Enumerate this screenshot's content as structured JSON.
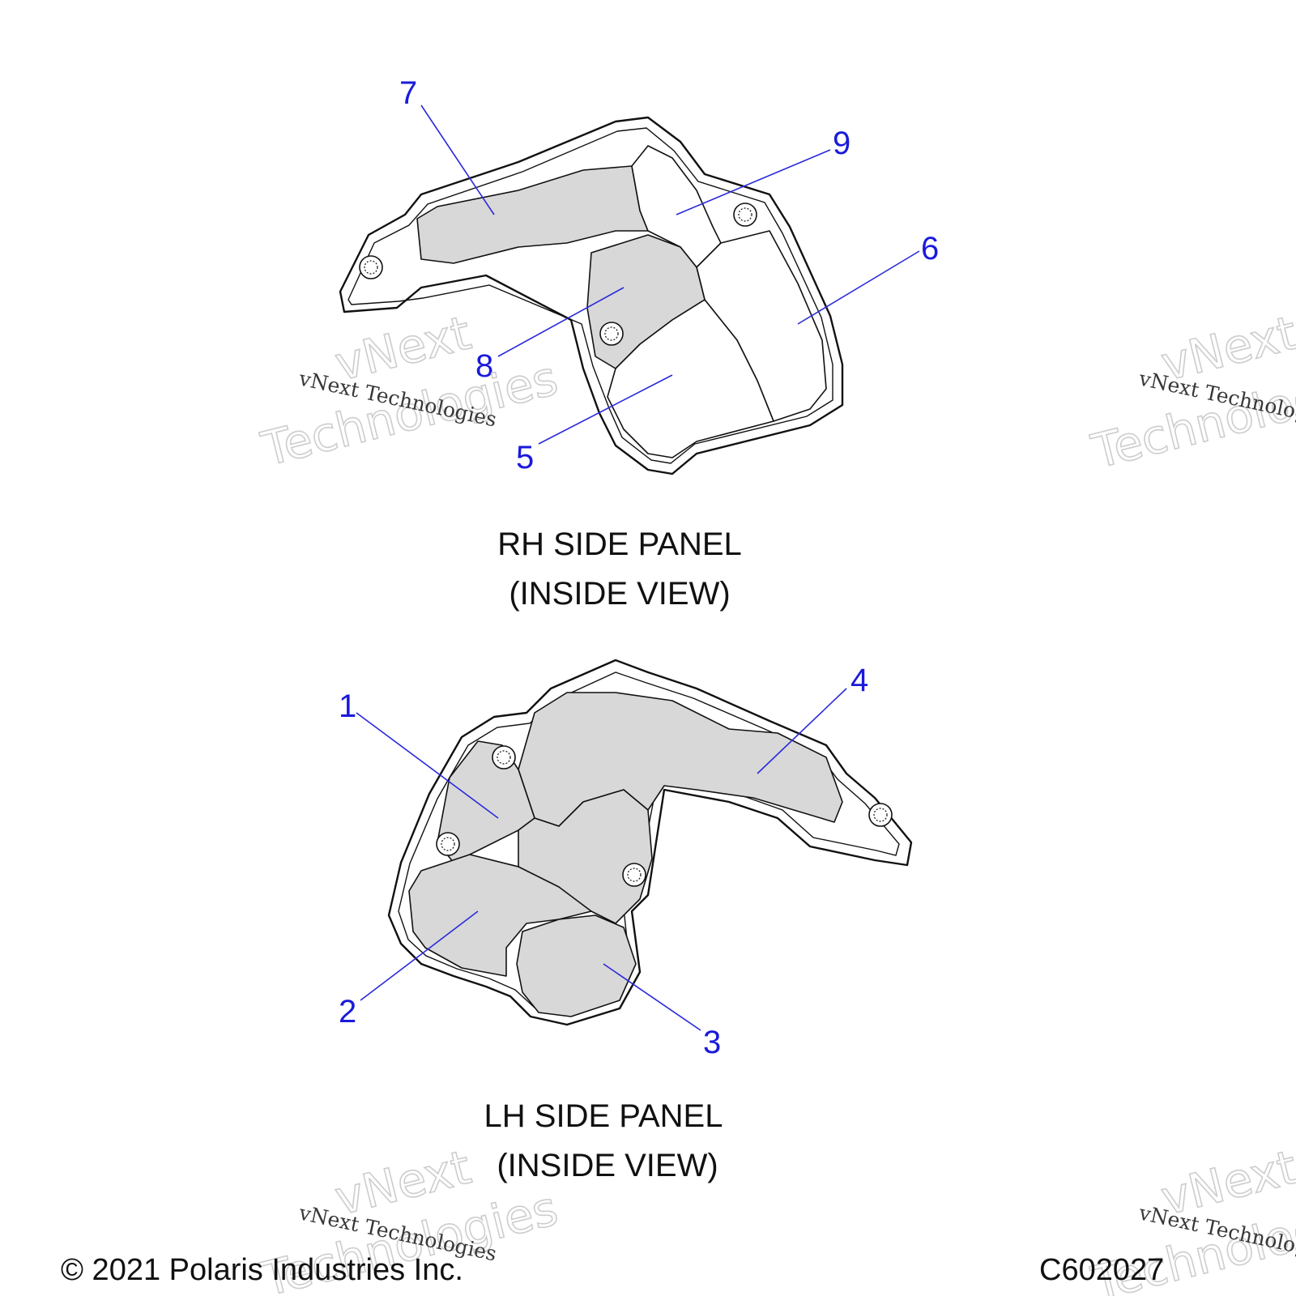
{
  "rh_panel": {
    "title_line1": "RH SIDE PANEL",
    "title_line2": "(INSIDE VIEW)",
    "callouts": [
      "7",
      "9",
      "6",
      "8",
      "5"
    ]
  },
  "lh_panel": {
    "title_line1": "LH SIDE PANEL",
    "title_line2": "(INSIDE VIEW)",
    "callouts": [
      "1",
      "4",
      "2",
      "3"
    ]
  },
  "watermark": {
    "small_text": "vNext Technologies",
    "big_line1": "vNext",
    "big_line2": "Technologies"
  },
  "footer": {
    "copyright": "© 2021 Polaris Industries Inc.",
    "diagram_code": "C602027"
  },
  "colors": {
    "callout": "#1a1adb",
    "decal_fill": "#d8d8d8",
    "line": "#111111"
  }
}
